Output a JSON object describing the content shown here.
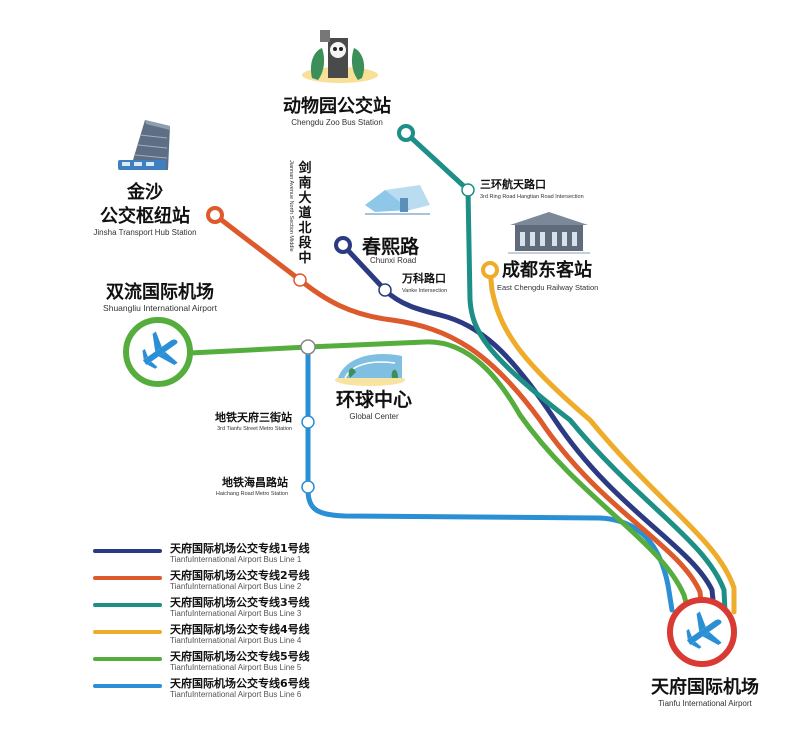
{
  "colors": {
    "line1": "#2b3a82",
    "line2": "#dd5a2c",
    "line3": "#1e8f86",
    "line4": "#eeac2a",
    "line5": "#55ad3e",
    "line6": "#2b8fd6",
    "shuangliu_ring": "#55ad3e",
    "tianfu_ring": "#d93a34",
    "plane": "#2b8fd6"
  },
  "stations": {
    "zoo": {
      "zh": "动物园公交站",
      "en": "Chengdu Zoo Bus Station"
    },
    "ring3": {
      "zh": "三环航天路口",
      "en": "3rd Ring Road Hangtian Road Intersection"
    },
    "jinsha": {
      "zh1": "金沙",
      "zh2": "公交枢纽站",
      "en": "Jinsha Transport Hub Station"
    },
    "jiannan": {
      "zh": [
        "剑",
        "南",
        "大",
        "道",
        "北",
        "段",
        "中"
      ],
      "en": "Jiannan Avenue North Section Middle"
    },
    "chunxi": {
      "zh": "春熙路",
      "en": "Chunxi Road"
    },
    "vanke": {
      "zh": "万科路口",
      "en": "Vanke Intersection"
    },
    "east_chengdu": {
      "zh": "成都东客站",
      "en": "East Chengdu Railway Station"
    },
    "shuangliu": {
      "zh": "双流国际机场",
      "en": "Shuangliu International Airport"
    },
    "global": {
      "zh": "环球中心",
      "en": "Global Center"
    },
    "tianfu3": {
      "zh": "地铁天府三街站",
      "en": "3rd Tianfu Street Metro Station"
    },
    "haichang": {
      "zh": "地铁海昌路站",
      "en": "Haichang Road Metro Station"
    },
    "tianfu_airport": {
      "zh": "天府国际机场",
      "en": "Tianfu International Airport"
    }
  },
  "legend": [
    {
      "zh": "天府国际机场公交专线1号线",
      "en": "TianfuInternational Airport Bus Line 1",
      "color": "#2b3a82"
    },
    {
      "zh": "天府国际机场公交专线2号线",
      "en": "TianfuInternational Airport Bus Line 2",
      "color": "#dd5a2c"
    },
    {
      "zh": "天府国际机场公交专线3号线",
      "en": "TianfuInternational Airport Bus Line 3",
      "color": "#1e8f86"
    },
    {
      "zh": "天府国际机场公交专线4号线",
      "en": "TianfuInternational Airport Bus Line 4",
      "color": "#eeac2a"
    },
    {
      "zh": "天府国际机场公交专线5号线",
      "en": "TianfuInternational Airport Bus Line 5",
      "color": "#55ad3e"
    },
    {
      "zh": "天府国际机场公交专线6号线",
      "en": "TianfuInternational Airport Bus Line 6",
      "color": "#2b8fd6"
    }
  ]
}
